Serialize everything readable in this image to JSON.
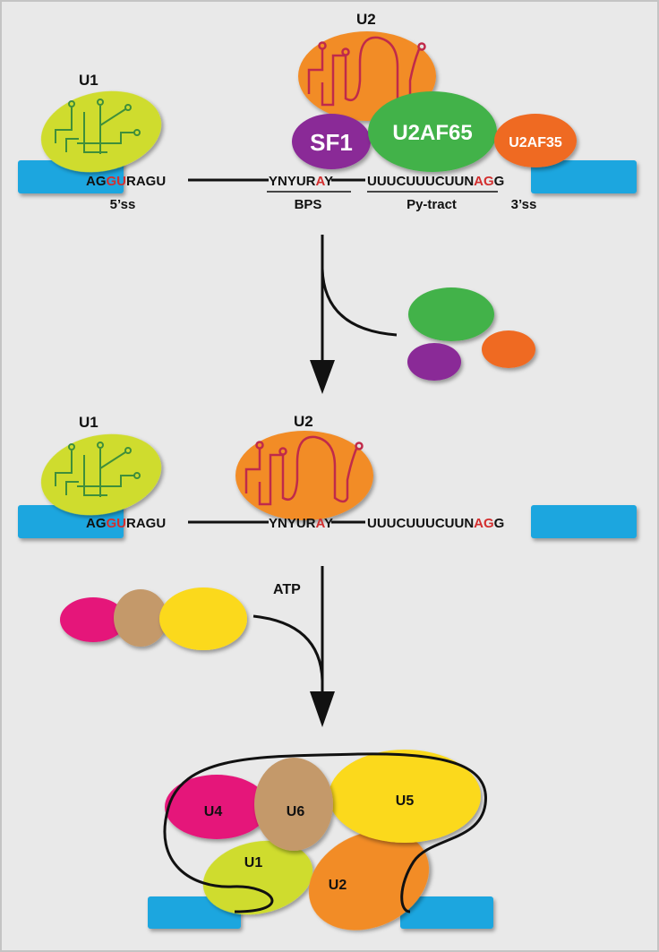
{
  "colors": {
    "background": "#e9e9e9",
    "frame": "#c4c4c4",
    "exon": "#1aa6df",
    "u1": "#cfdc2f",
    "u2": "#f28c28",
    "sf1": "#8a2a97",
    "u2af65": "#43b24a",
    "u2af35": "#ef6a24",
    "u4": "#e5157a",
    "u6": "#c4996a",
    "u5": "#fbd91e",
    "highlight": "#d32f2f",
    "rna_structure": "#c02a4a",
    "u1_structure": "#3f8f3a"
  },
  "stage1": {
    "u1_label": "U1",
    "u2_label": "U2",
    "sf1_label": "SF1",
    "u2af65_label": "U2AF65",
    "u2af35_label": "U2AF35",
    "seq5_pre": "AG",
    "seq5_red": "GU",
    "seq5_post": "RAGU",
    "bps_pre": "YNYUR",
    "bps_red": "A",
    "bps_post": "Y",
    "py_seq": "UUUCUUUCUUN",
    "ss3_red": "AG",
    "ss3_post": "G",
    "label_5ss": "5’ss",
    "label_bps": "BPS",
    "label_py": "Py-tract",
    "label_3ss": "3’ss"
  },
  "stage2": {
    "u1_label": "U1",
    "u2_label": "U2",
    "seq5_pre": "AG",
    "seq5_red": "GU",
    "seq5_post": "RAGU",
    "bps_pre": "YNYUR",
    "bps_red": "A",
    "bps_post": "Y",
    "py_seq": "UUUCUUUCUUN",
    "ss3_red": "AG",
    "ss3_post": "G",
    "atp_label": "ATP"
  },
  "stage3": {
    "u4_label": "U4",
    "u6_label": "U6",
    "u5_label": "U5",
    "u1_label": "U1",
    "u2_label": "U2"
  }
}
